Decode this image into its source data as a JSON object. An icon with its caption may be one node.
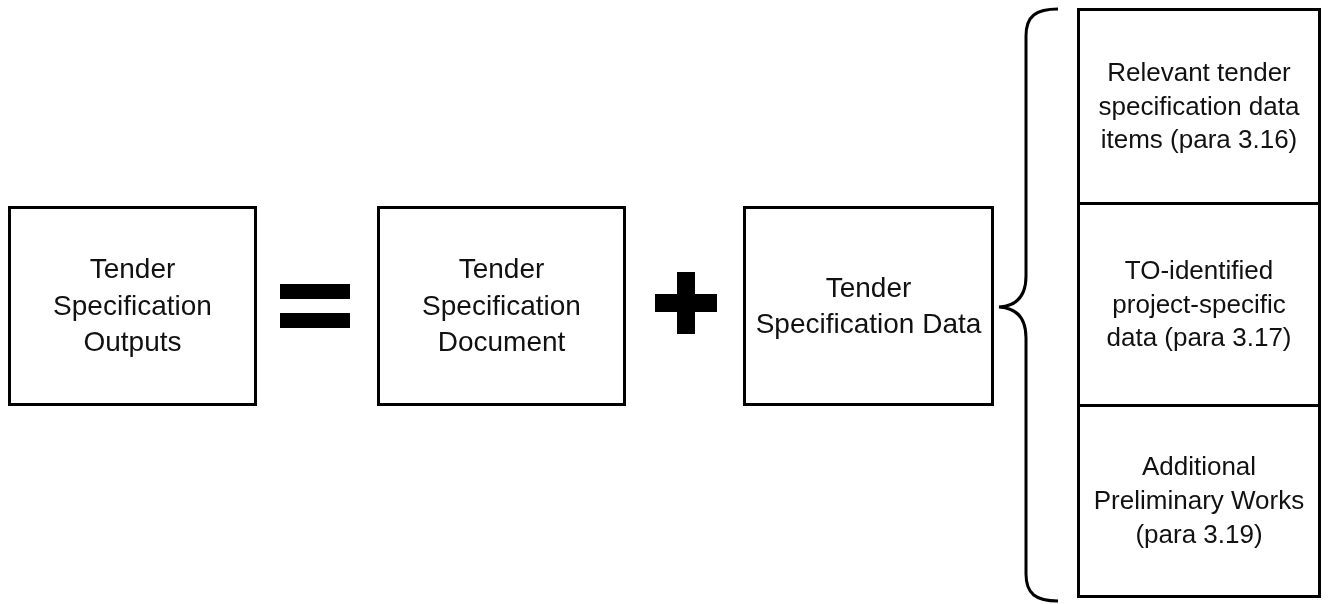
{
  "diagram": {
    "nodes": [
      {
        "text": [
          "Tender Specification Outputs"
        ]
      },
      {
        "text": [
          "Tender Specification Document"
        ]
      },
      {
        "text": [
          "Tender Specification Data"
        ]
      },
      {
        "text": [
          "Relevant tender specification data items (para 3.16)"
        ]
      },
      {
        "text": [
          "TO-identified project-specific data (para 3.17)"
        ]
      },
      {
        "text": [
          "Additional Preliminary Works (para 3.19)"
        ]
      }
    ]
  }
}
